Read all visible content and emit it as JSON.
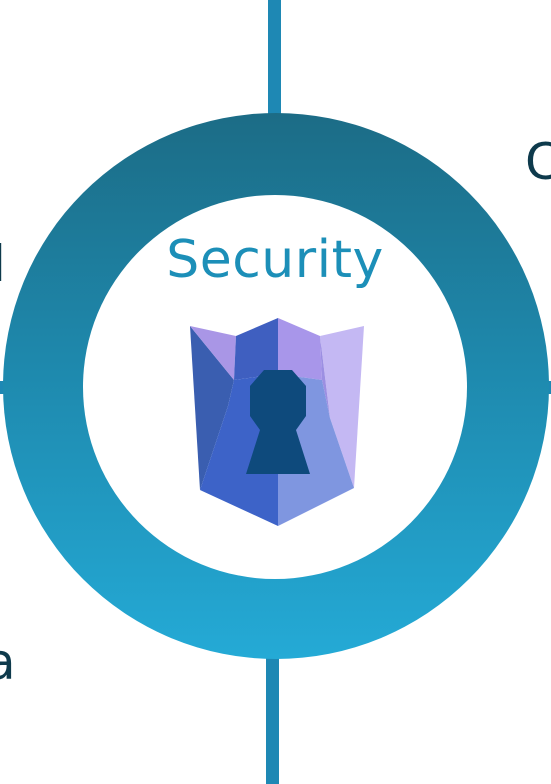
{
  "diagram": {
    "center_title": "Security",
    "center_icon": "shield-keyhole-icon",
    "edge_labels": {
      "left_top": "d",
      "right_top": "C",
      "left_bottom": "a"
    },
    "colors": {
      "ring_top": "#1c6c86",
      "ring_bottom": "#24aad6",
      "title": "#1c8fb8",
      "axis": "#1e88b4",
      "label": "#0e3a4c"
    }
  }
}
